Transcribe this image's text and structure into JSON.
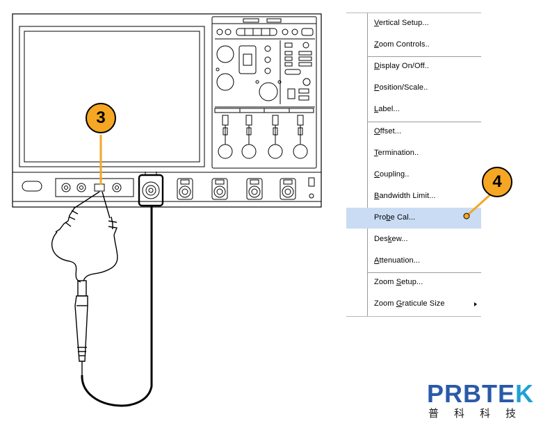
{
  "callouts": {
    "probe_step": "3",
    "menu_step": "4"
  },
  "menu": {
    "items": [
      {
        "pre": "",
        "key": "V",
        "post": "ertical Setup...",
        "name": "menu-item-vertical-setup"
      },
      {
        "pre": "",
        "key": "Z",
        "post": "oom Controls..",
        "name": "menu-item-zoom-controls"
      },
      {
        "pre": "",
        "key": "D",
        "post": "isplay On/Off..",
        "name": "menu-item-display-on-off"
      },
      {
        "pre": "",
        "key": "P",
        "post": "osition/Scale..",
        "name": "menu-item-position-scale"
      },
      {
        "pre": "",
        "key": "L",
        "post": "abel...",
        "name": "menu-item-label"
      },
      {
        "pre": "",
        "key": "O",
        "post": "ffset...",
        "name": "menu-item-offset"
      },
      {
        "pre": "",
        "key": "T",
        "post": "ermination..",
        "name": "menu-item-termination"
      },
      {
        "pre": "",
        "key": "C",
        "post": "oupling..",
        "name": "menu-item-coupling"
      },
      {
        "pre": "",
        "key": "B",
        "post": "andwidth Limit...",
        "name": "menu-item-bandwidth-limit"
      },
      {
        "pre": "Pro",
        "key": "b",
        "post": "e Cal...",
        "name": "menu-item-probe-cal"
      },
      {
        "pre": "Des",
        "key": "k",
        "post": "ew...",
        "name": "menu-item-deskew"
      },
      {
        "pre": "",
        "key": "A",
        "post": "ttenuation...",
        "name": "menu-item-attenuation"
      },
      {
        "pre": "Zoom ",
        "key": "S",
        "post": "etup...",
        "name": "menu-item-zoom-setup"
      },
      {
        "pre": "Zoom ",
        "key": "G",
        "post": "raticule Size",
        "name": "menu-item-zoom-graticule-size"
      }
    ],
    "highlighted_index": 9
  },
  "logo": {
    "brand_main": "PRBTE",
    "brand_last": "K",
    "cn": "普科科技"
  },
  "colors": {
    "callout_fill": "#f5a623",
    "menu_highlight": "#c9dcf3",
    "logo_blue": "#2a5aa8",
    "logo_cyan": "#1da1d6"
  }
}
